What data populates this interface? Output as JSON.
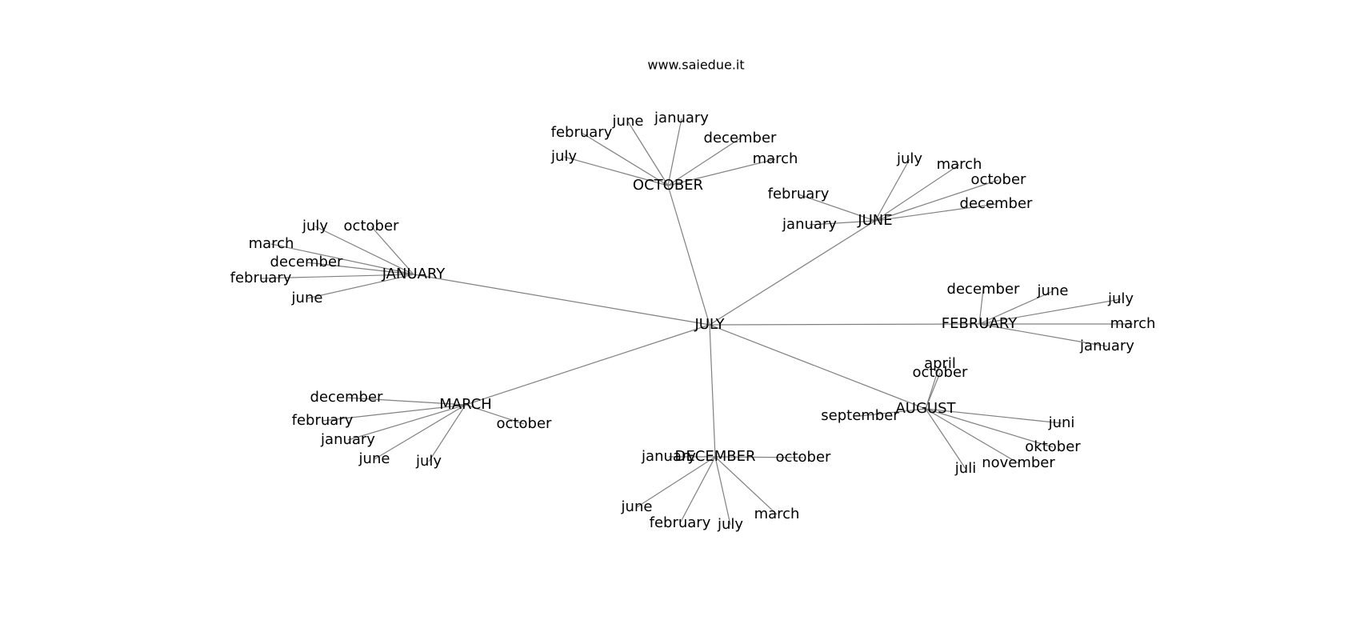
{
  "title": "www.saiedue.it",
  "root": "JULY",
  "hubs": [
    {
      "label": "OCTOBER",
      "children": [
        "july",
        "february",
        "june",
        "january",
        "december",
        "march"
      ]
    },
    {
      "label": "JUNE",
      "children": [
        "july",
        "march",
        "october",
        "february",
        "december",
        "january"
      ]
    },
    {
      "label": "JANUARY",
      "children": [
        "july",
        "october",
        "march",
        "december",
        "february",
        "june"
      ]
    },
    {
      "label": "FEBRUARY",
      "children": [
        "december",
        "june",
        "july",
        "march",
        "january"
      ]
    },
    {
      "label": "MARCH",
      "children": [
        "december",
        "february",
        "january",
        "june",
        "july",
        "october"
      ]
    },
    {
      "label": "DECEMBER",
      "children": [
        "january",
        "october",
        "june",
        "february",
        "july",
        "march"
      ]
    },
    {
      "label": "AUGUST",
      "children": [
        "april",
        "october",
        "september",
        "juni",
        "oktober",
        "november",
        "juli"
      ]
    }
  ],
  "colors": {
    "edge": "#808080",
    "text": "#000000",
    "background": "#ffffff"
  }
}
